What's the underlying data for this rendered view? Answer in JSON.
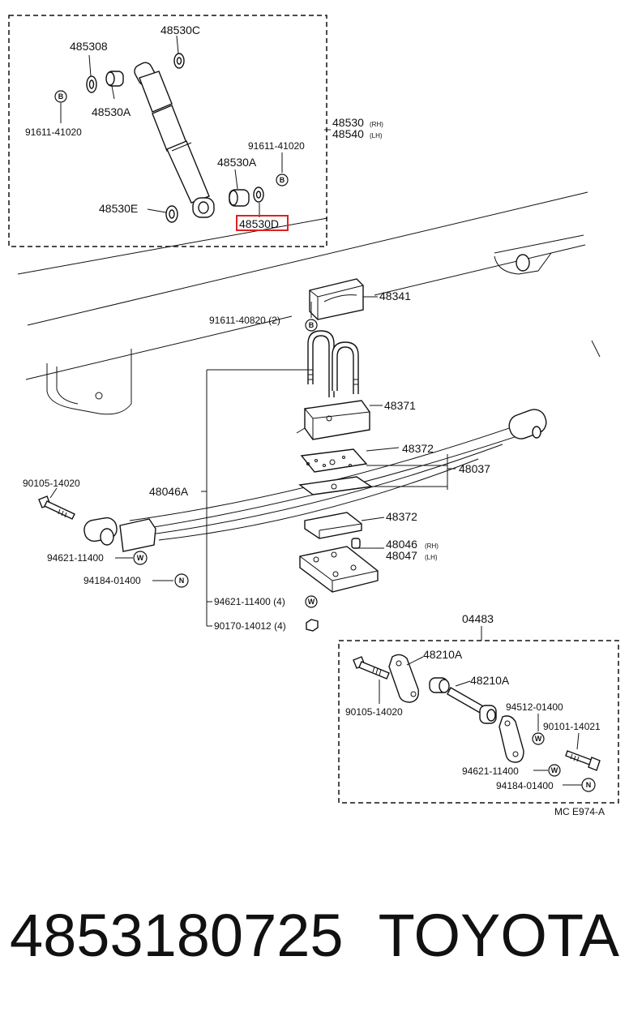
{
  "labels": {
    "top_box": {
      "p48530B": "485308",
      "p48530C": "48530C",
      "p48530A_left": "48530A",
      "p91611_left": "91611-41020",
      "p91611_right": "91611-41020",
      "p48530A_right": "48530A",
      "p48530E": "48530E",
      "p48530D": "48530D",
      "p48530": "48530",
      "p48530_rh": "(RH)",
      "p48540": "48540",
      "p48540_lh": "(LH)"
    },
    "main": {
      "p48341": "48341",
      "p91611_40820": "91611-40820 (2)",
      "p48371": "48371",
      "p48372_top": "48372",
      "p48037": "48037",
      "p90105_left": "90105-14020",
      "p48046A": "48046A",
      "p48372_bottom": "48372",
      "p48046": "48046",
      "p48046_rh": "(RH)",
      "p48047": "48047",
      "p48047_lh": "(LH)",
      "p94621_left": "94621-11400",
      "p94184_left": "94184-01400",
      "p94621_center": "94621-11400 (4)",
      "p90170": "90170-14012 (4)"
    },
    "kit_box": {
      "p04483": "04483",
      "p48210A_1": "48210A",
      "p48210A_2": "48210A",
      "p90105_kit": "90105-14020",
      "p94512": "94512-01400",
      "p90101": "90101-14021",
      "p94621_kit": "94621-11400",
      "p94184_kit": "94184-01400"
    },
    "code": "MC  E974-A"
  },
  "symbols": {
    "bolt": "B",
    "washer": "W",
    "nut": "N"
  },
  "highlight_color": "#e02020",
  "footer": {
    "part_number": "4853180725",
    "brand": "TOYOTA"
  }
}
